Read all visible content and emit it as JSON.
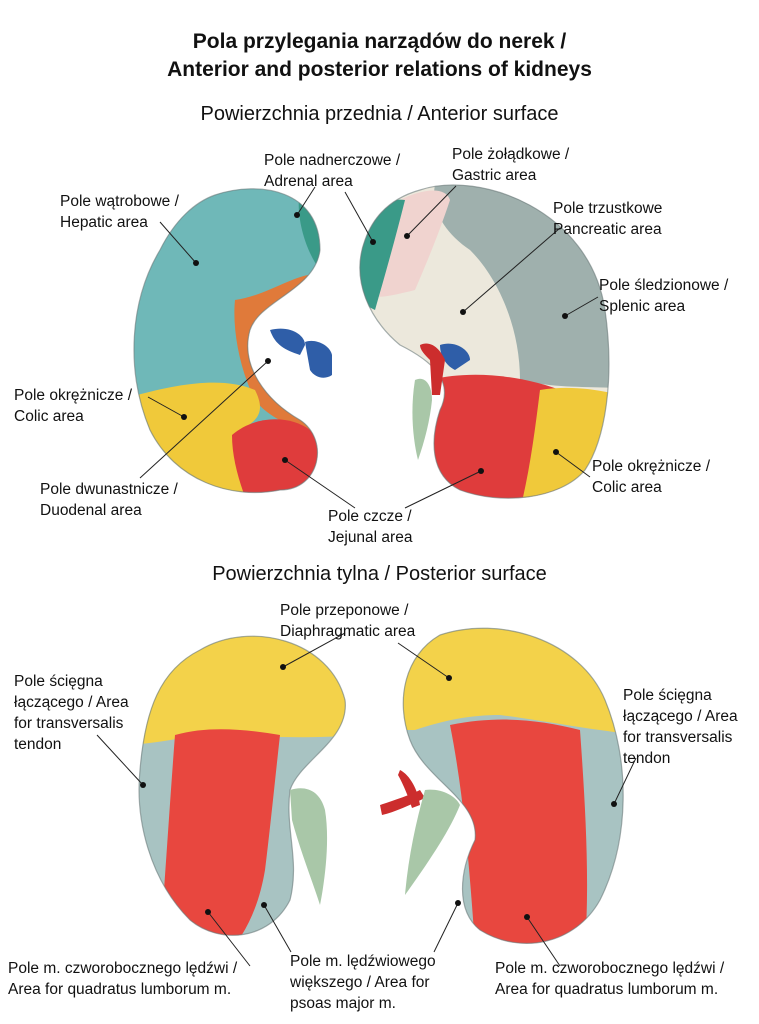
{
  "title": {
    "line1": "Pola przylegania narządów do nerek /",
    "line2": "Anterior and posterior relations of kidneys"
  },
  "anterior": {
    "heading": "Powierzchnia przednia / Anterior surface",
    "labels": {
      "adrenal": [
        "Pole nadnerczowe /",
        "Adrenal area"
      ],
      "gastric": [
        "Pole żołądkowe /",
        "Gastric area"
      ],
      "hepatic": [
        "Pole wątrobowe /",
        "Hepatic area"
      ],
      "pancreatic": [
        "Pole trzustkowe",
        "Pancreatic area"
      ],
      "splenic": [
        "Pole śledzionowe /",
        "Splenic area"
      ],
      "colic_left": [
        "Pole okrężnicze /",
        "Colic area"
      ],
      "colic_right": [
        "Pole okrężnicze /",
        "Colic area"
      ],
      "duodenal": [
        "Pole dwunastnicze /",
        "Duodenal area"
      ],
      "jejunal": [
        "Pole czcze /",
        "Jejunal area"
      ]
    }
  },
  "posterior": {
    "heading": "Powierzchnia tylna / Posterior surface",
    "labels": {
      "diaphragmatic": [
        "Pole przeponowe /",
        "Diaphragmatic area"
      ],
      "transversalis_left": [
        "Pole ścięgna",
        "łączącego / Area",
        "for transversalis",
        "tendon"
      ],
      "transversalis_right": [
        "Pole ścięgna",
        "łączącego / Area",
        "for transversalis",
        "tendon"
      ],
      "quadratus_left": [
        "Pole m. czworobocznego lędźwi /",
        "Area for quadratus lumborum m."
      ],
      "psoas": [
        "Pole m. lędźwiowego",
        "większego / Area for",
        "psoas major m."
      ],
      "quadratus_right": [
        "Pole m. czworobocznego lędźwi /",
        "Area for quadratus lumborum m."
      ]
    }
  },
  "colors": {
    "hepatic": "#6fb8b8",
    "adrenal": "#3a9a88",
    "gastric": "#f0d3cf",
    "pancreatic": "#ece8dc",
    "splenic": "#9fb0ad",
    "colic": "#f0c93a",
    "duodenal": "#e07a3a",
    "jejunal": "#df3c3c",
    "diaphragmatic": "#f3d24a",
    "quadratus": "#e8473f",
    "transversalis": "#a8c3c2",
    "psoas": "#9fb8b8",
    "vein": "#2f5ea8",
    "artery": "#cc2d2d",
    "ureter": "#a9c7a8"
  }
}
